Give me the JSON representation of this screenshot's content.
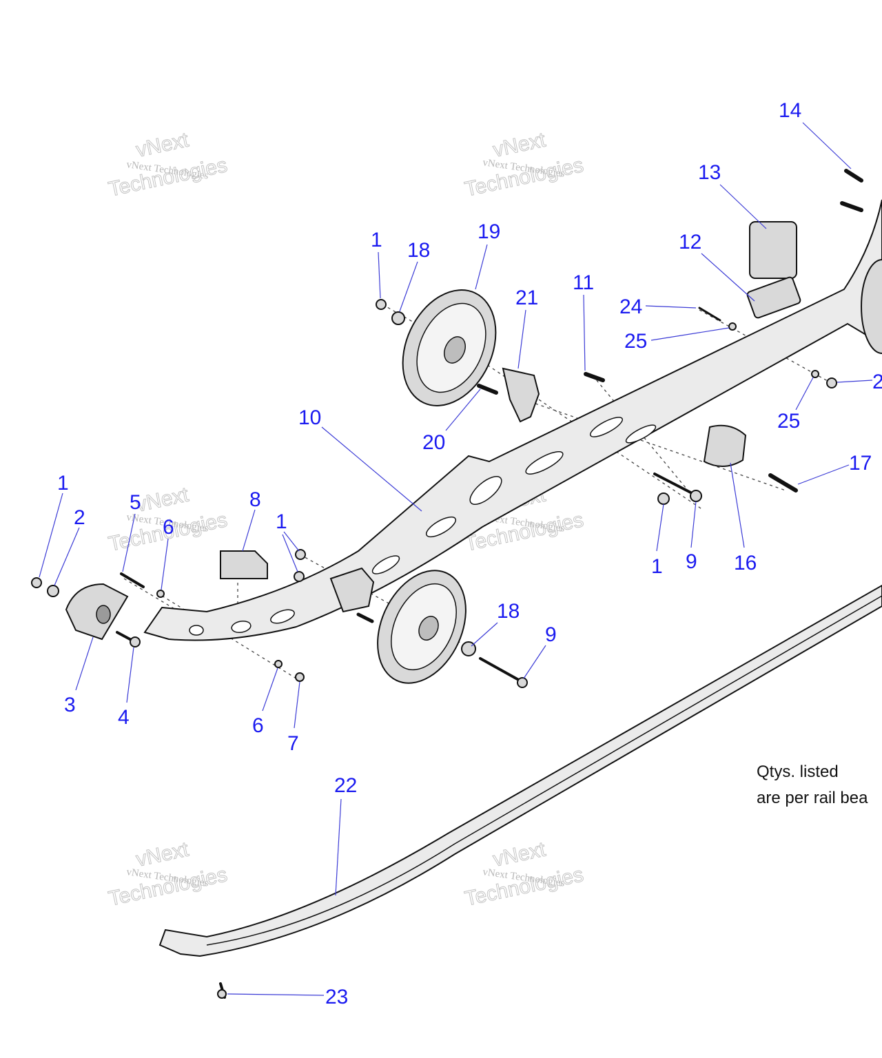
{
  "watermark": {
    "line1": "vNext Technologies",
    "line2": "Technologies",
    "line3": "vNext"
  },
  "note": {
    "line1": "Qtys. listed",
    "line2": "are per rail bea"
  },
  "callouts": [
    {
      "id": "c-14",
      "label": "14"
    },
    {
      "id": "c-13",
      "label": "13"
    },
    {
      "id": "c-12",
      "label": "12"
    },
    {
      "id": "c-1a",
      "label": "1"
    },
    {
      "id": "c-18a",
      "label": "18"
    },
    {
      "id": "c-19",
      "label": "19"
    },
    {
      "id": "c-21",
      "label": "21"
    },
    {
      "id": "c-11",
      "label": "11"
    },
    {
      "id": "c-24",
      "label": "24"
    },
    {
      "id": "c-25a",
      "label": "25"
    },
    {
      "id": "c-2r",
      "label": "2"
    },
    {
      "id": "c-25b",
      "label": "25"
    },
    {
      "id": "c-10",
      "label": "10"
    },
    {
      "id": "c-20",
      "label": "20"
    },
    {
      "id": "c-17",
      "label": "17"
    },
    {
      "id": "c-1b",
      "label": "1"
    },
    {
      "id": "c-2",
      "label": "2"
    },
    {
      "id": "c-5",
      "label": "5"
    },
    {
      "id": "c-6a",
      "label": "6"
    },
    {
      "id": "c-8",
      "label": "8"
    },
    {
      "id": "c-1c",
      "label": "1"
    },
    {
      "id": "c-1d",
      "label": "1"
    },
    {
      "id": "c-9a",
      "label": "9"
    },
    {
      "id": "c-16",
      "label": "16"
    },
    {
      "id": "c-18b",
      "label": "18"
    },
    {
      "id": "c-9b",
      "label": "9"
    },
    {
      "id": "c-3",
      "label": "3"
    },
    {
      "id": "c-4",
      "label": "4"
    },
    {
      "id": "c-6b",
      "label": "6"
    },
    {
      "id": "c-7",
      "label": "7"
    },
    {
      "id": "c-22",
      "label": "22"
    },
    {
      "id": "c-23",
      "label": "23"
    }
  ]
}
